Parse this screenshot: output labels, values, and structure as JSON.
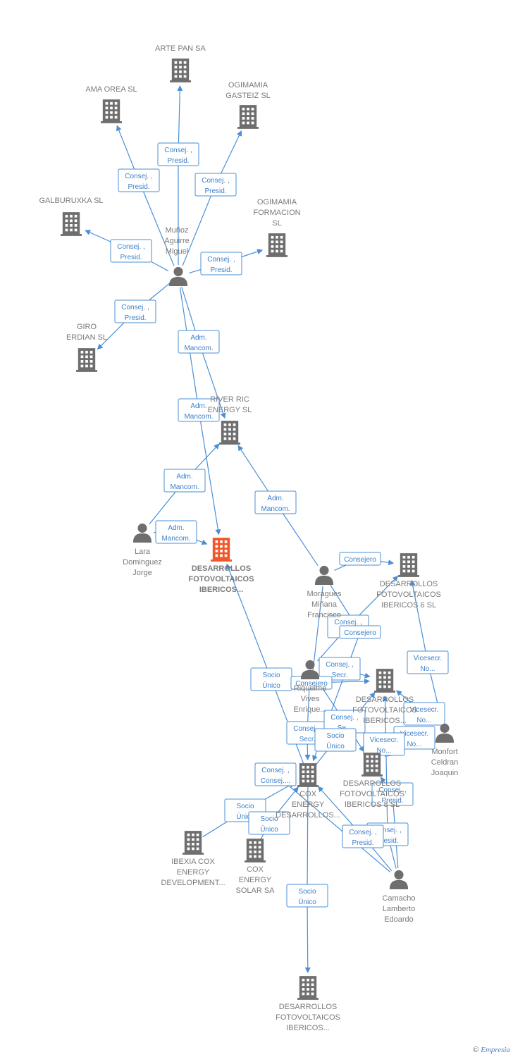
{
  "colors": {
    "edge": "#4a8fd6",
    "node": "#6e6e6e",
    "highlight": "#f0572a",
    "label": "#7a7a7a"
  },
  "footer": {
    "symbol": "©",
    "brand": "Empresia"
  },
  "nodes": [
    {
      "id": "arte",
      "type": "company",
      "label": [
        "ARTE PAN SA"
      ]
    },
    {
      "id": "amaorea",
      "type": "company",
      "label": [
        "AMA OREA SL"
      ]
    },
    {
      "id": "ogigasteiz",
      "type": "company",
      "label": [
        "OGIMAMIA",
        "GASTEIZ SL"
      ]
    },
    {
      "id": "galburuxka",
      "type": "company",
      "label": [
        "GALBURUXKA SL"
      ]
    },
    {
      "id": "ogiform",
      "type": "company",
      "label": [
        "OGIMAMIA",
        "FORMACION",
        "SL"
      ]
    },
    {
      "id": "munoz",
      "type": "person",
      "label": [
        "Muñoz",
        "Aguirre",
        "Miguel"
      ]
    },
    {
      "id": "giro",
      "type": "company",
      "label": [
        "GIRO",
        "ERDIAN SL"
      ]
    },
    {
      "id": "river",
      "type": "company",
      "label": [
        "RIVER RIC",
        "ENERGY SL"
      ]
    },
    {
      "id": "lara",
      "type": "person",
      "label": [
        "Lara",
        "Dominguez",
        "Jorge"
      ]
    },
    {
      "id": "main",
      "type": "company-main",
      "label": [
        "DESARROLLOS",
        "FOTOVOLTAICOS",
        "IBERICOS..."
      ]
    },
    {
      "id": "moragues",
      "type": "person",
      "label": [
        "Moragues",
        "Miñana",
        "Francisco"
      ]
    },
    {
      "id": "dfi6",
      "type": "company",
      "label": [
        "DESARROLLOS",
        "FOTOVOLTAICOS",
        "IBERICOS 6 SL"
      ]
    },
    {
      "id": "riquelme",
      "type": "person",
      "label": [
        "Riquelme",
        "Vives",
        "Enrique..."
      ]
    },
    {
      "id": "dfi5",
      "type": "company",
      "label": [
        "DESARROLLOS",
        "FOTOVOLTAICOS",
        "IBERICOS..."
      ]
    },
    {
      "id": "monfort",
      "type": "person",
      "label": [
        "Monfort",
        "Celdran",
        "Joaquin"
      ]
    },
    {
      "id": "dfi7",
      "type": "company",
      "label": [
        "DESARROLLOS",
        "FOTOVOLTAICOS",
        "IBERICOS 8 SL"
      ]
    },
    {
      "id": "cox",
      "type": "company",
      "label": [
        "COX",
        "ENERGY",
        "DESARROLLOS..."
      ]
    },
    {
      "id": "ibexia",
      "type": "company",
      "label": [
        "IBEXIA COX",
        "ENERGY",
        "DEVELOPMENT..."
      ]
    },
    {
      "id": "coxsolar",
      "type": "company",
      "label": [
        "COX",
        "ENERGY",
        "SOLAR SA"
      ]
    },
    {
      "id": "camacho",
      "type": "person",
      "label": [
        "Camacho",
        "Lamberto",
        "Edoardo"
      ]
    },
    {
      "id": "dfibottom",
      "type": "company",
      "label": [
        "DESARROLLOS",
        "FOTOVOLTAICOS",
        "IBERICOS..."
      ]
    }
  ],
  "edges": [
    {
      "from": "munoz",
      "to": "arte",
      "label": [
        "Consej. ,",
        "Presid."
      ]
    },
    {
      "from": "munoz",
      "to": "amaorea",
      "label": [
        "Consej. ,",
        "Presid."
      ]
    },
    {
      "from": "munoz",
      "to": "ogigasteiz",
      "label": [
        "Consej. ,",
        "Presid."
      ]
    },
    {
      "from": "munoz",
      "to": "galburuxka",
      "label": [
        "Consej. ,",
        "Presid."
      ]
    },
    {
      "from": "munoz",
      "to": "ogiform",
      "label": [
        "Consej. ,",
        "Presid."
      ]
    },
    {
      "from": "munoz",
      "to": "giro",
      "label": [
        "Consej. ,",
        "Presid."
      ]
    },
    {
      "from": "munoz",
      "to": "river",
      "label": [
        "Adm.",
        "Mancom."
      ]
    },
    {
      "from": "munoz",
      "to": "main",
      "label": [
        "Adm.",
        "Mancom."
      ]
    },
    {
      "from": "lara",
      "to": "river",
      "label": [
        "Adm.",
        "Mancom."
      ]
    },
    {
      "from": "lara",
      "to": "main",
      "label": [
        "Adm.",
        "Mancom."
      ]
    },
    {
      "from": "moragues",
      "to": "river",
      "label": [
        "Adm.",
        "Mancom."
      ]
    },
    {
      "from": "moragues",
      "to": "dfi6",
      "label": [
        "Consejero"
      ]
    },
    {
      "from": "cox",
      "to": "main",
      "label": [
        "Socio",
        "Único"
      ]
    },
    {
      "from": "riquelme",
      "to": "dfi6",
      "label": [
        "Consej. ,",
        "Secr."
      ]
    },
    {
      "from": "riquelme",
      "to": "dfi5",
      "label": [
        "Consej. ,",
        "Secr."
      ]
    },
    {
      "from": "moragues",
      "to": "dfi5",
      "label": [
        "Consejero"
      ]
    },
    {
      "from": "moragues",
      "to": "cox",
      "label": [
        "Consejero"
      ]
    },
    {
      "from": "monfort",
      "to": "dfi6",
      "label": [
        "Vicesecr.",
        "No..."
      ]
    },
    {
      "from": "monfort",
      "to": "dfi5",
      "label": [
        "Vicesecr.",
        "No..."
      ]
    },
    {
      "from": "monfort",
      "to": "dfi7",
      "label": [
        "Vicesecr.",
        "No..."
      ]
    },
    {
      "from": "riquelme",
      "to": "cox",
      "label": [
        "Consej. ,",
        "Secr."
      ]
    },
    {
      "from": "riquelme",
      "to": "dfi7",
      "label": [
        "Consej. ,",
        "Se..."
      ]
    },
    {
      "from": "cox",
      "to": "dfi5",
      "label": [
        "Socio",
        "Único"
      ]
    },
    {
      "from": "camacho",
      "to": "cox",
      "label": [
        "Consej. ,",
        "Consej...."
      ]
    },
    {
      "from": "ibexia",
      "to": "cox",
      "label": [
        "Socio",
        "Único"
      ]
    },
    {
      "from": "coxsolar",
      "to": "cox",
      "label": [
        "Socio",
        "Único"
      ]
    },
    {
      "from": "camacho",
      "to": "dfi7",
      "label": [
        "Consej. ,",
        "Presid."
      ]
    },
    {
      "from": "camacho",
      "to": "dfi5",
      "label": [
        "Consej. ,",
        "Presid."
      ]
    },
    {
      "from": "camacho",
      "to": "cox",
      "label": [
        "Consej. ,",
        "Presid."
      ]
    },
    {
      "from": "cox",
      "to": "dfibottom",
      "label": [
        "Socio",
        "Único"
      ]
    },
    {
      "from": "monfort",
      "to": "dfi7",
      "label": [
        "Vicesecr.",
        "No..."
      ]
    }
  ]
}
